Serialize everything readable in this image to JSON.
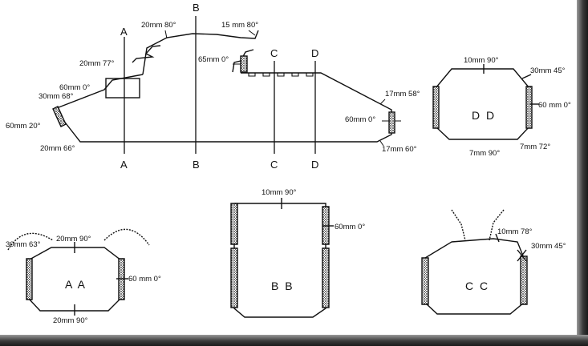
{
  "side_view": {
    "section_lines": [
      {
        "top": "A",
        "bottom": "A"
      },
      {
        "top": "B",
        "bottom": "B"
      },
      {
        "top": "C",
        "bottom": "C"
      },
      {
        "top": "D",
        "bottom": "D"
      }
    ],
    "labels": {
      "roof_front": "20mm 80°",
      "roof_rear": "15 mm 80°",
      "mantlet_side": "65mm 0°",
      "cupola": "20mm 77°",
      "driver_plate": "60mm 0°",
      "upper_glacis": "30mm 68°",
      "nose": "60mm 20°",
      "lower_nose": "20mm 66°",
      "rear_upper": "17mm 58°",
      "rear_plate": "60mm 0°",
      "rear_lower": "17mm 60°"
    }
  },
  "sections": {
    "dd": {
      "title": "D D",
      "top": "10mm 90°",
      "upper_right": "30mm 45°",
      "right": "60 mm 0°",
      "bottom": "7mm  90°",
      "lower_right": "7mm 72°"
    },
    "aa": {
      "title": "A A",
      "top": "20mm 90°",
      "upper_left": "30mm 63°",
      "right": "60 mm  0°",
      "bottom": "20mm 90°"
    },
    "bb": {
      "title": "B B",
      "top": "10mm 90°",
      "right": "60mm 0°"
    },
    "cc": {
      "title": "C C",
      "top": "10mm 78°",
      "upper_right": "30mm 45°"
    }
  }
}
